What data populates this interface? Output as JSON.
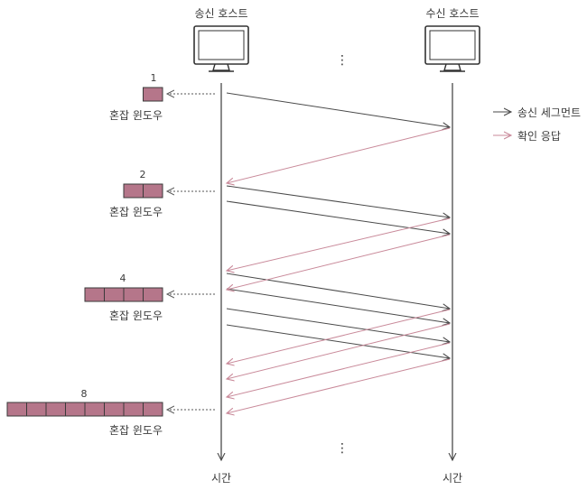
{
  "hosts": {
    "sender": {
      "label": "송신 호스트",
      "time_label": "시간"
    },
    "receiver": {
      "label": "수신 호스트",
      "time_label": "시간"
    }
  },
  "legend": {
    "segment": {
      "label": "송신 세그먼트",
      "color": "#4a4a4a"
    },
    "ack": {
      "label": "확인 응답",
      "color": "#c98a9a"
    }
  },
  "window_color": "#b5768a",
  "windows": [
    {
      "size": "1",
      "cells": 1,
      "label": "혼잡 윈도우"
    },
    {
      "size": "2",
      "cells": 2,
      "label": "혼잡 윈도우"
    },
    {
      "size": "4",
      "cells": 4,
      "label": "혼잡 윈도우"
    },
    {
      "size": "8",
      "cells": 8,
      "label": "혼잡 윈도우"
    }
  ],
  "ellipsis": "⋮"
}
